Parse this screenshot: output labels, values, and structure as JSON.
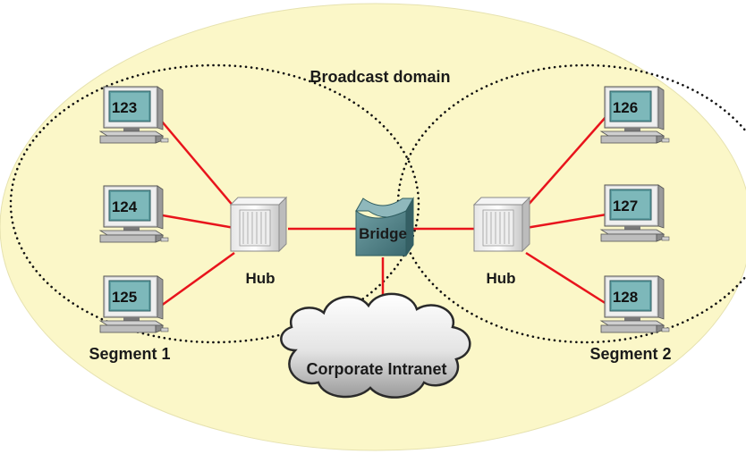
{
  "labels": {
    "broadcast_domain": "Broadcast domain",
    "segment1": "Segment 1",
    "segment2": "Segment 2",
    "hub_left": "Hub",
    "hub_right": "Hub",
    "bridge": "Bridge",
    "intranet": "Corporate Intranet"
  },
  "computers": {
    "pc1": "123",
    "pc2": "124",
    "pc3": "125",
    "pc4": "126",
    "pc5": "127",
    "pc6": "128"
  },
  "colors": {
    "domain_fill": "#fbf7c8",
    "link": "#e8141c",
    "dotted": "#111111",
    "monitor_screen": "#6aa5a8",
    "bridge": "#4e7f85"
  },
  "icons": {
    "computer": "desktop-computer-icon",
    "hub": "hub-icon",
    "bridge": "bridge-icon",
    "cloud": "cloud-icon"
  }
}
